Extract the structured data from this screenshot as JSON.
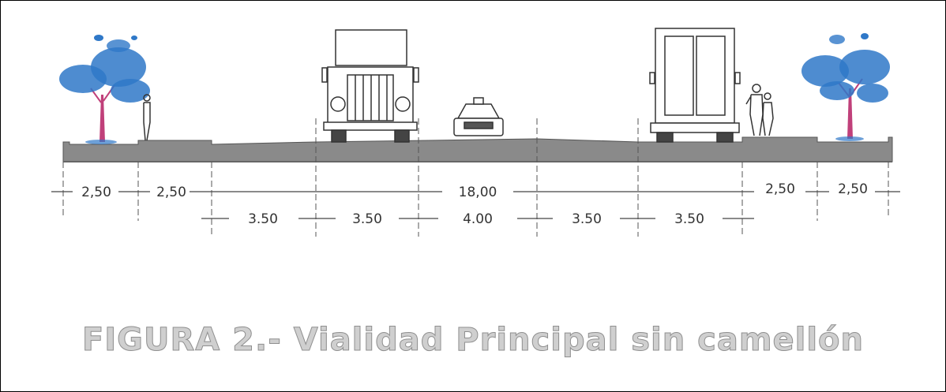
{
  "figure": {
    "caption": "FIGURA 2.- Vialidad Principal sin camellón"
  },
  "dimensions": {
    "upper": {
      "sidewalk_left_outer": "2,50",
      "sidewalk_left_inner": "2,50",
      "roadway_total": "18,00",
      "sidewalk_right_inner": "2,50",
      "sidewalk_right_outer": "2,50"
    },
    "lower": {
      "lane_1": "3.50",
      "lane_2": "3.50",
      "lane_center": "4.00",
      "lane_4": "3.50",
      "lane_5": "3.50"
    }
  },
  "colors": {
    "pavement": "#8a8a8a",
    "foliage": "#2f78c8",
    "trunk": "#c0407a",
    "caption_fill": "#cfcfcf"
  }
}
